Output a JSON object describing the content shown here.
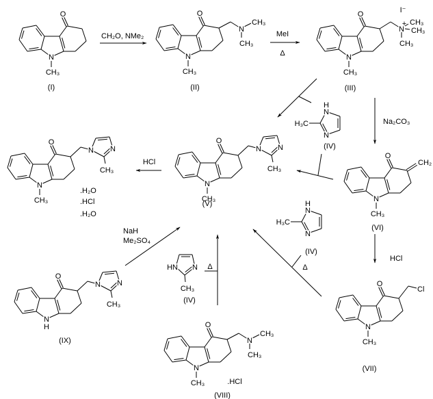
{
  "compounds": {
    "I": {
      "label": "(I)",
      "oxygen": "O",
      "nitrogen": "N",
      "n_substituent": "CH₃"
    },
    "II": {
      "label": "(II)",
      "oxygen": "O",
      "nitrogen": "N",
      "n_substituent": "CH₃",
      "side_chain": {
        "amine_n": "N",
        "methyl_1": "CH₃",
        "methyl_2": "CH₃"
      }
    },
    "III": {
      "label": "(III)",
      "oxygen": "O",
      "nitrogen": "N",
      "n_substituent": "CH₃",
      "side_chain": {
        "ammonium_n": "N",
        "charge": "+",
        "methyl_1": "CH₃",
        "methyl_2": "CH₃",
        "methyl_3": "CH₃",
        "counter_ion": "I⁻"
      }
    },
    "V": {
      "label": "(V)",
      "oxygen": "O",
      "nitrogen": "N",
      "n_substituent": "CH₃",
      "side_chain": {
        "imidazole_n1": "N",
        "imidazole_n3": "N",
        "methyl": "CH₃"
      }
    },
    "VI": {
      "label": "(VI)",
      "oxygen": "O",
      "nitrogen": "N",
      "n_substituent": "CH₃",
      "side_chain": {
        "methylene": "CH₂"
      }
    },
    "VII": {
      "label": "(VII)",
      "oxygen": "O",
      "nitrogen": "N",
      "n_substituent": "CH₃",
      "side_chain": {
        "chlorine": "Cl"
      }
    },
    "VIII": {
      "label": "(VIII)",
      "oxygen": "O",
      "nitrogen": "N",
      "n_substituent": "CH₃",
      "salt": ".HCl",
      "side_chain": {
        "amine_n": "N",
        "methyl_1": "CH₃",
        "methyl_2": "CH₃"
      }
    },
    "IX": {
      "label": "(IX)",
      "oxygen": "O",
      "nitrogen": "N",
      "n_substituent": "H",
      "side_chain": {
        "imidazole_n1": "N",
        "imidazole_n3": "N",
        "methyl": "CH₃"
      }
    },
    "salt": {
      "oxygen": "O",
      "nitrogen": "N",
      "n_substituent": "CH₃",
      "side_chain": {
        "imidazole_n1": "N",
        "imidazole_n3": "N",
        "methyl": "CH₃"
      },
      "hydrate_lines": [
        ".H₂O",
        ".HCl",
        ".H₂O"
      ]
    }
  },
  "imidazole_reagents": [
    {
      "label": "(IV)",
      "nh_h": "H",
      "nh_n": "N",
      "n3": "N",
      "methyl": "H₃C"
    },
    {
      "label": "(IV)",
      "nh_h": "H",
      "nh_n": "N",
      "n3": "N",
      "methyl": "H₃C"
    },
    {
      "label": "(IV)",
      "nh": "HN",
      "n3": "N",
      "methyl": "CH₃"
    }
  ],
  "reagents": {
    "I_to_II": [
      "CH₂O, NMe₂"
    ],
    "II_to_III": [
      "MeI",
      "Δ"
    ],
    "III_to_VI": [
      "Na₂CO₃"
    ],
    "VI_to_VII": [
      "HCl"
    ],
    "V_to_salt": [
      "HCl"
    ],
    "IX_to_V": [
      "NaH",
      "Me₂SO₄"
    ],
    "VIII_to_V": [
      "Δ"
    ],
    "VII_to_V": [
      "Δ"
    ]
  }
}
